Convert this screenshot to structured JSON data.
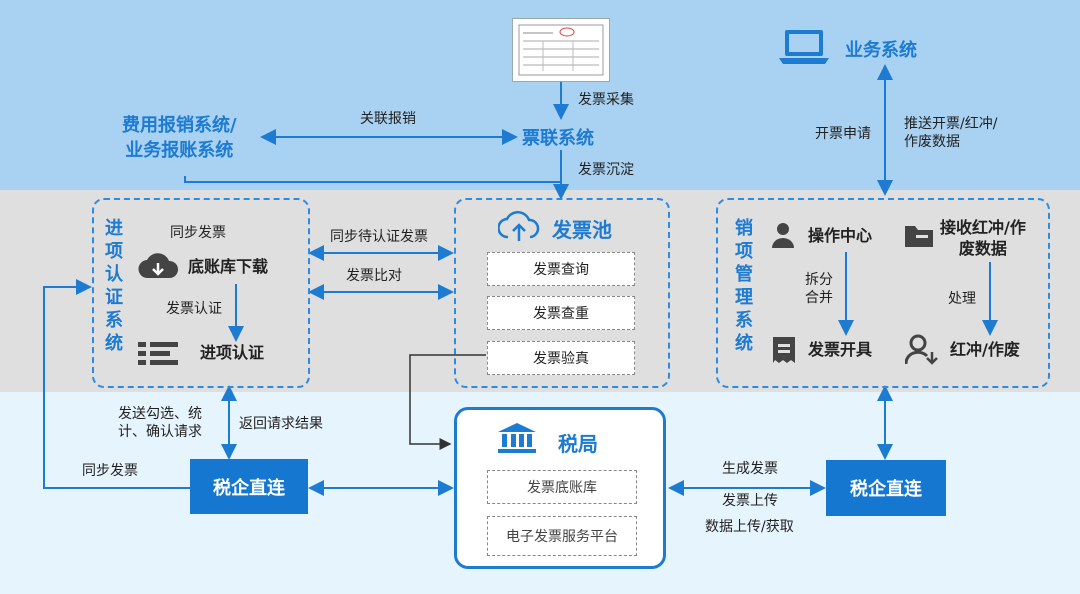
{
  "top": {
    "expense_system": [
      "费用报销系统/",
      "业务报账系统"
    ],
    "ticket_system": "票联系统",
    "business_system": "业务系统",
    "label_link": "关联报销",
    "label_collect": "发票采集",
    "label_settle": "发票沉淀",
    "label_issue_request": "开票申请",
    "label_push": [
      "推送开票/红冲/",
      "作废数据"
    ]
  },
  "input_system": {
    "title": "进项认证系统",
    "sync_invoice": "同步发票",
    "ledger_download": "底账库下载",
    "invoice_auth": "发票认证",
    "input_auth": "进项认证"
  },
  "pool": {
    "title": "发票池",
    "items": [
      "发票查询",
      "发票查重",
      "发票验真"
    ]
  },
  "middle_labels": {
    "sync_pending": "同步待认证发票",
    "compare": "发票比对"
  },
  "output_system": {
    "title": "销项管理系统",
    "operation_center": "操作中心",
    "receive_red": [
      "接收红冲/作",
      "废数据"
    ],
    "split_merge": [
      "拆分",
      "合并"
    ],
    "process": "处理",
    "issue_invoice": "发票开具",
    "red_void": "红冲/作废"
  },
  "bottom": {
    "send_labels": [
      "发送勾选、统",
      "计、确认请求"
    ],
    "return_result": "返回请求结果",
    "sync_invoice": "同步发票",
    "direct_left": "税企直连",
    "direct_right": "税企直连",
    "tax_bureau": "税局",
    "tax_items": [
      "发票底账库",
      "电子发票服务平台"
    ],
    "gen_invoice": "生成发票",
    "upload_invoice": "发票上传",
    "data_upload": "数据上传/获取"
  },
  "colors": {
    "accent": "#1d7bd1",
    "button": "#1577cf",
    "band_top": "#a9d1f1",
    "band_mid": "#dfdfdf",
    "band_bottom": "#e6f4fd"
  },
  "icons": [
    "invoice-document-icon",
    "laptop-icon",
    "cloud-upload-icon",
    "cloud-download-icon",
    "list-icon",
    "person-icon",
    "folder-icon",
    "receipt-icon",
    "person-return-icon",
    "bank-icon"
  ]
}
